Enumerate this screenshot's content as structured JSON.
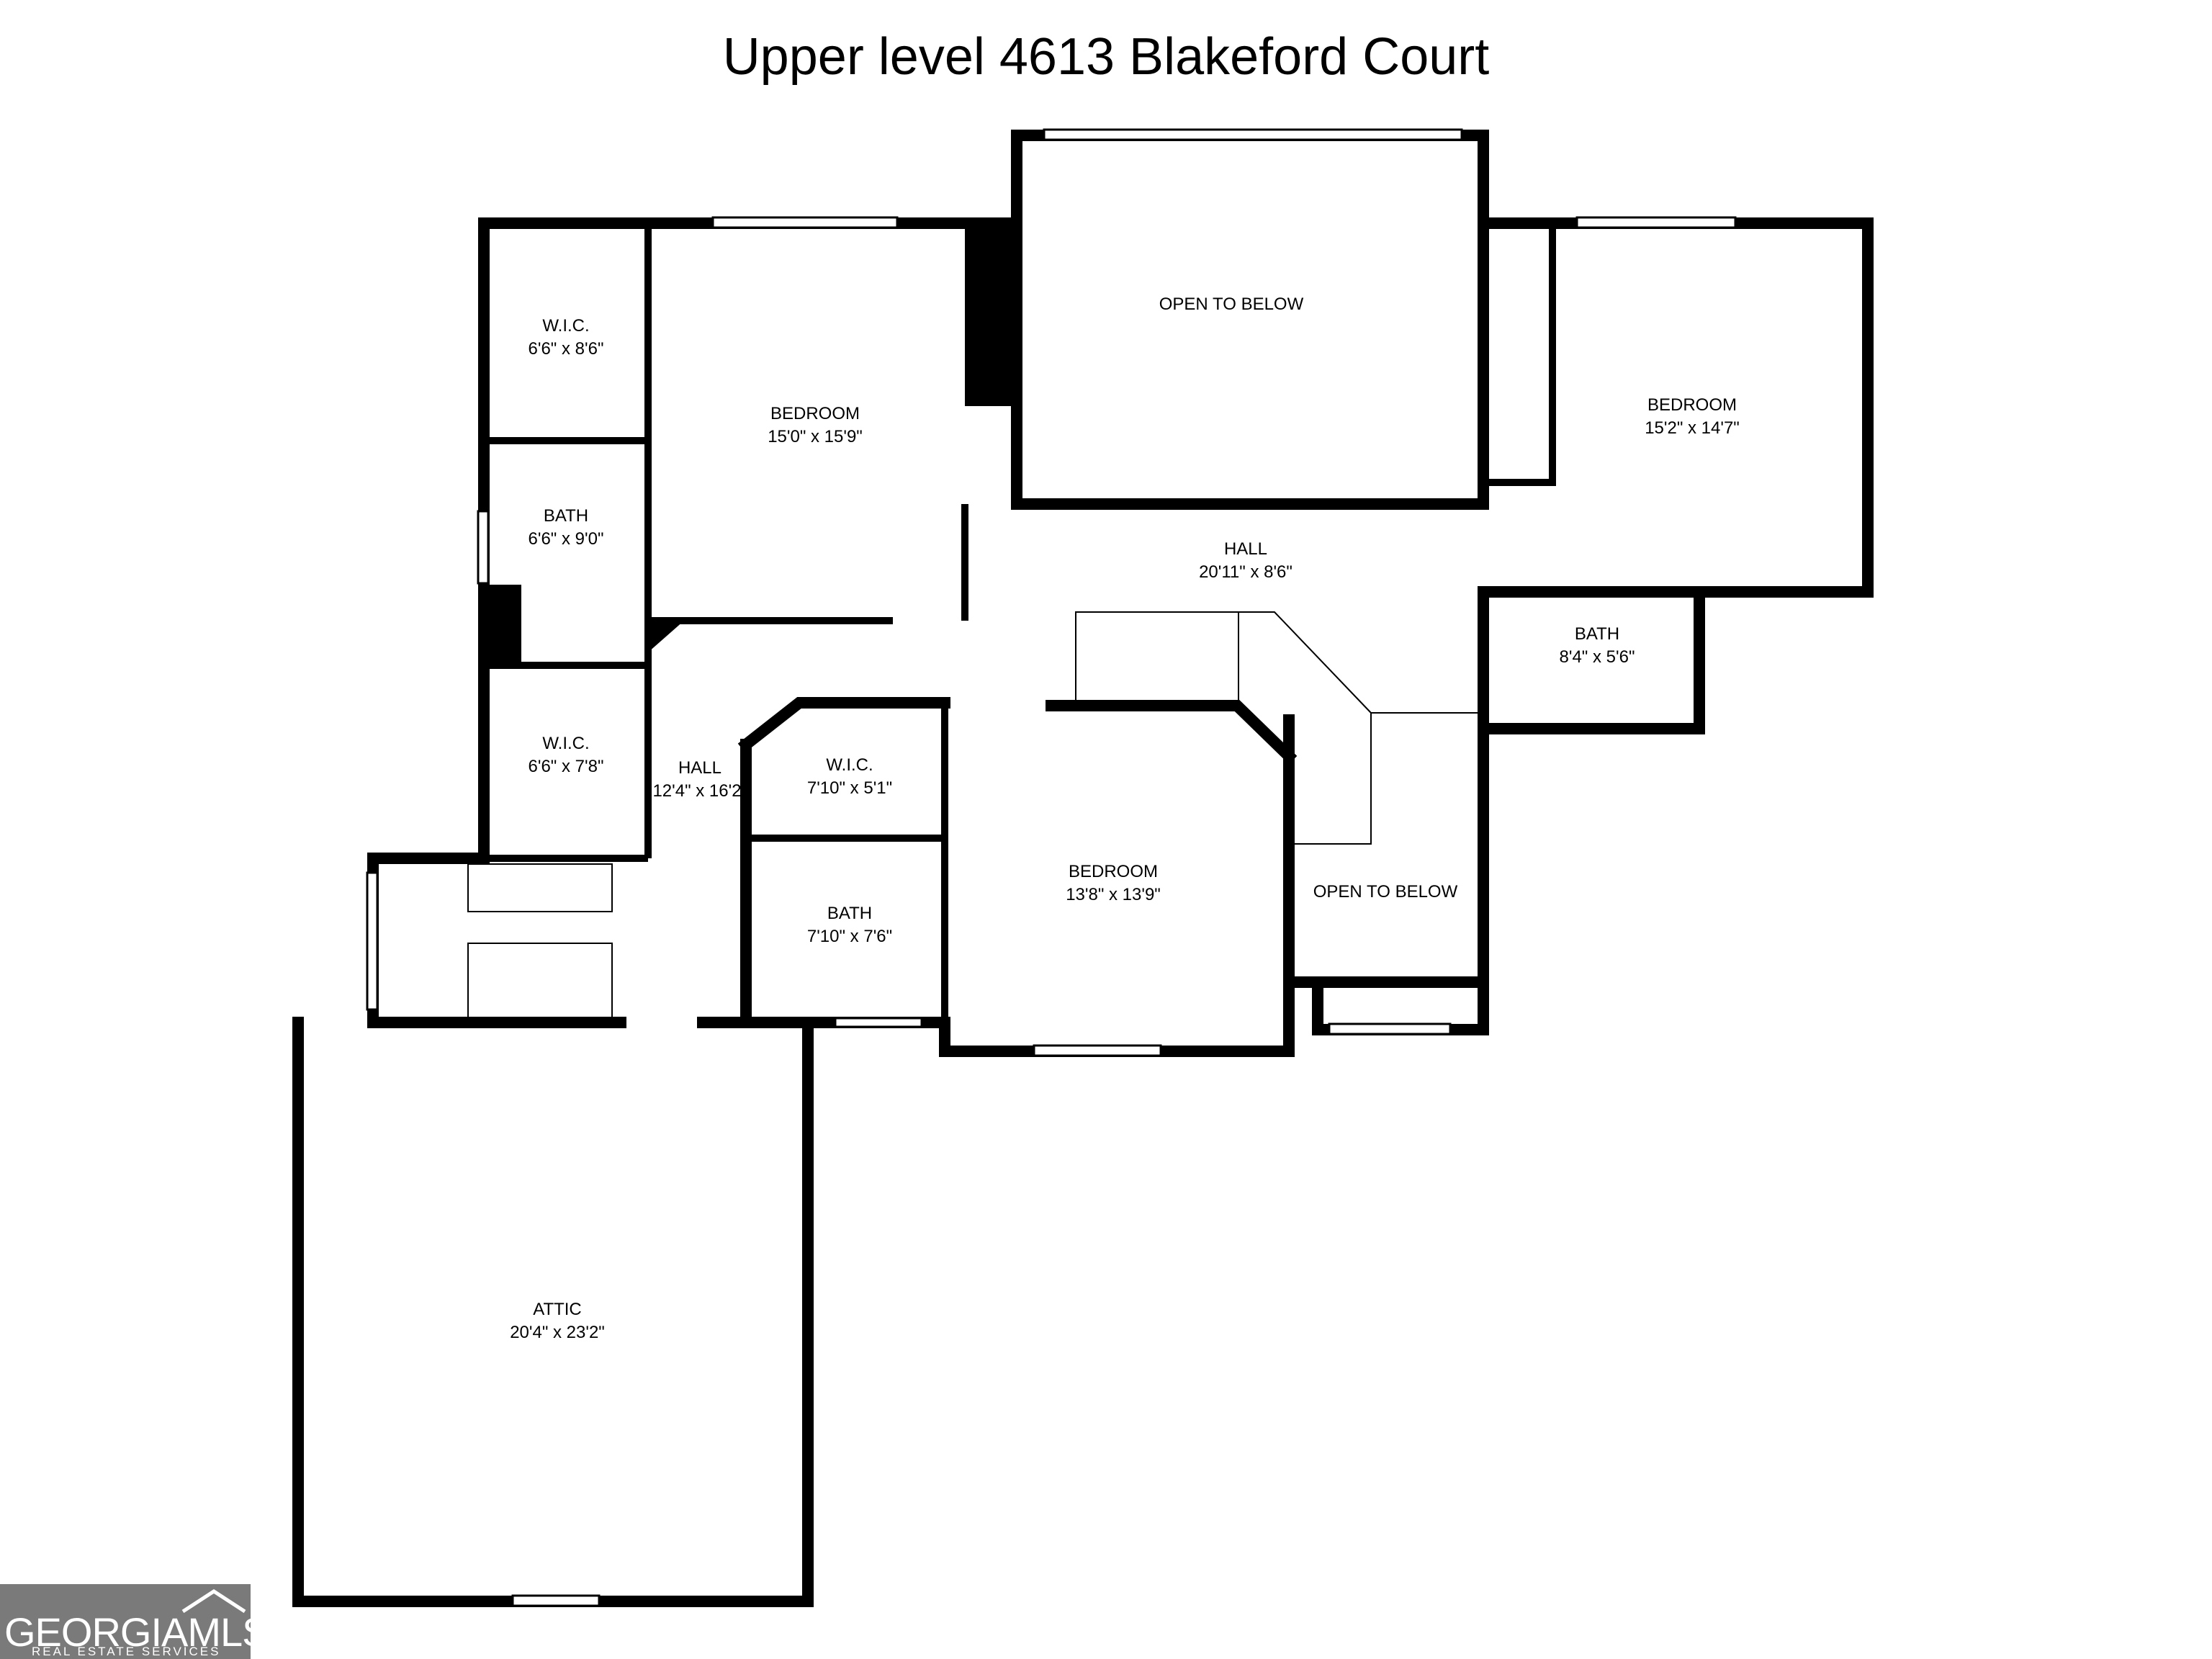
{
  "title": "Upper level 4613 Blakeford Court",
  "rooms": {
    "wic1": {
      "name": "W.I.C.",
      "dims": "6'6\" x 8'6\""
    },
    "bedroom1": {
      "name": "BEDROOM",
      "dims": "15'0\" x 15'9\""
    },
    "open_below1": {
      "name": "OPEN TO BELOW"
    },
    "bedroom2": {
      "name": "BEDROOM",
      "dims": "15'2\" x 14'7\""
    },
    "bath1": {
      "name": "BATH",
      "dims": "6'6\" x 9'0\""
    },
    "hall1": {
      "name": "HALL",
      "dims": "20'11\" x 8'6\""
    },
    "bath2": {
      "name": "BATH",
      "dims": "8'4\" x 5'6\""
    },
    "wic2": {
      "name": "W.I.C.",
      "dims": "6'6\" x 7'8\""
    },
    "hall2": {
      "name": "HALL",
      "dims": "12'4\" x 16'2"
    },
    "wic3": {
      "name": "W.I.C.",
      "dims": "7'10\" x 5'1\""
    },
    "bedroom3": {
      "name": "BEDROOM",
      "dims": "13'8\" x 13'9\""
    },
    "open_below2": {
      "name": "OPEN TO BELOW"
    },
    "bath3": {
      "name": "BATH",
      "dims": "7'10\" x 7'6\""
    },
    "attic": {
      "name": "ATTIC",
      "dims": "20'4\" x 23'2\""
    }
  },
  "logo": {
    "brand": "GEORGIAMLS",
    "tagline": "REAL ESTATE SERVICES"
  },
  "colors": {
    "wall": "#000000",
    "background": "#ffffff",
    "logo_bg": "#7a7a7a"
  }
}
